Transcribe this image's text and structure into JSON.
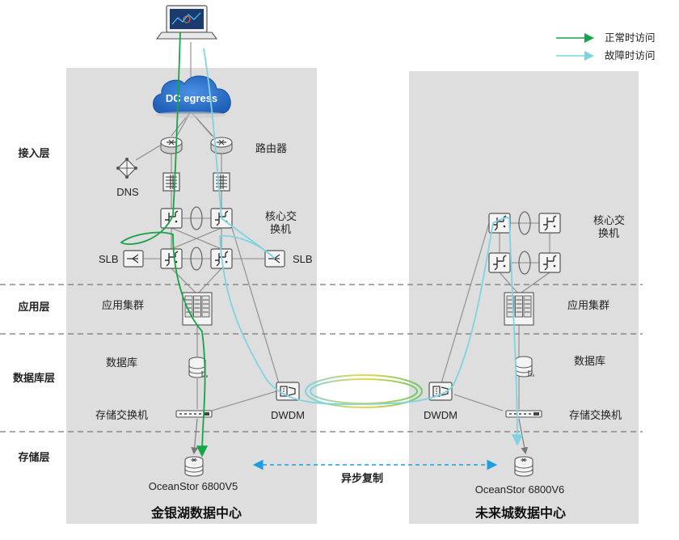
{
  "legend": {
    "normal": "正常时访问",
    "fault": "故障时访问",
    "normal_color": "#16a34a",
    "fault_color": "#7fd3e0"
  },
  "layers": {
    "access": "接入层",
    "app": "应用层",
    "db": "数据库层",
    "storage": "存储层"
  },
  "cloud_label": "DC egress",
  "left_dc": {
    "name": "金银湖数据中心",
    "router": "路由器",
    "dns": "DNS",
    "core": "核心交\n换机",
    "slb_left": "SLB",
    "slb_right": "SLB",
    "app_cluster": "应用集群",
    "database": "数据库",
    "storage_switch": "存储交换机",
    "dwdm": "DWDM",
    "storage": "OceanStor 6800V5"
  },
  "right_dc": {
    "name": "未来城数据中心",
    "core": "核心交\n换机",
    "app_cluster": "应用集群",
    "database": "数据库",
    "storage_switch": "存储交换机",
    "dwdm": "DWDM",
    "storage": "OceanStor 6800V6"
  },
  "replication": "异步复制",
  "icons": [
    "laptop-icon",
    "cloud-icon",
    "router-icon",
    "dns-icon",
    "firewall-icon",
    "switch-icon",
    "slb-icon",
    "server-cluster-icon",
    "database-icon",
    "storage-switch-icon",
    "dwdm-icon",
    "storage-icon"
  ]
}
